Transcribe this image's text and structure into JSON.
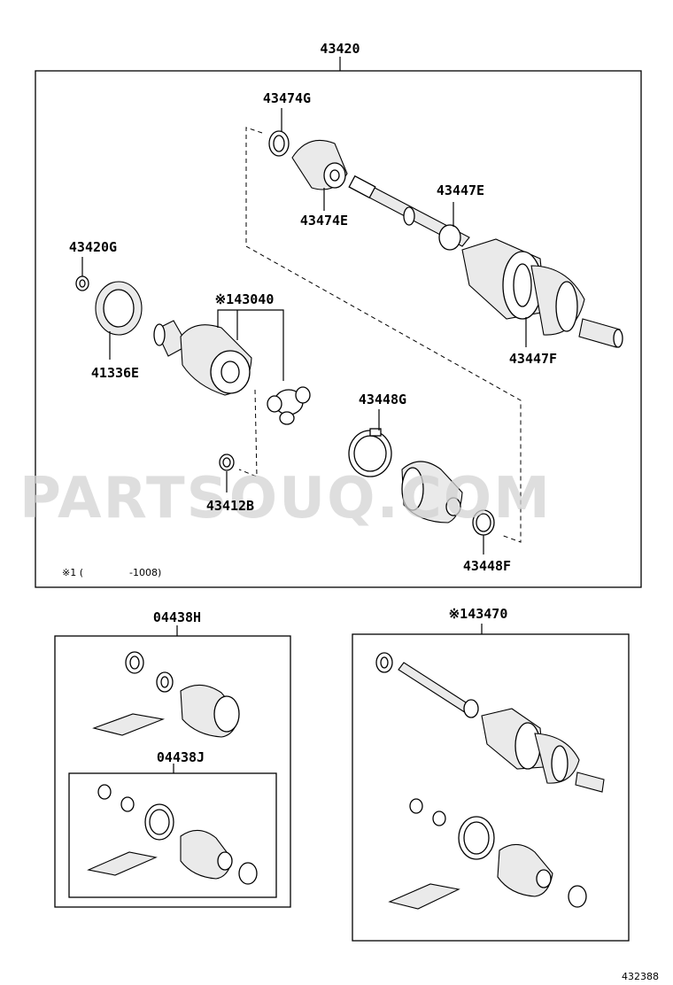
{
  "labels": {
    "main_assembly": "43420",
    "clamp_top": "43474G",
    "damper": "43474E",
    "clamp_bearing": "43447E",
    "snap_ring": "43420G",
    "seal": "41336E",
    "inboard_joint": "※143040",
    "boot_clamp_big": "43448G",
    "snap_ring_small": "43412B",
    "boot_clamp_small": "43448F",
    "outboard_clamp": "43447F",
    "kit_left": "04438H",
    "kit_left_inner": "04438J",
    "kit_right": "※143470",
    "footnote_mark": "※1 (",
    "footnote_range": "-1008)",
    "diagram_id": "432388"
  },
  "watermark": "PARTSOUQ.COM",
  "colors": {
    "line": "#000000",
    "watermark": "#d3d3d3",
    "background": "#ffffff"
  }
}
